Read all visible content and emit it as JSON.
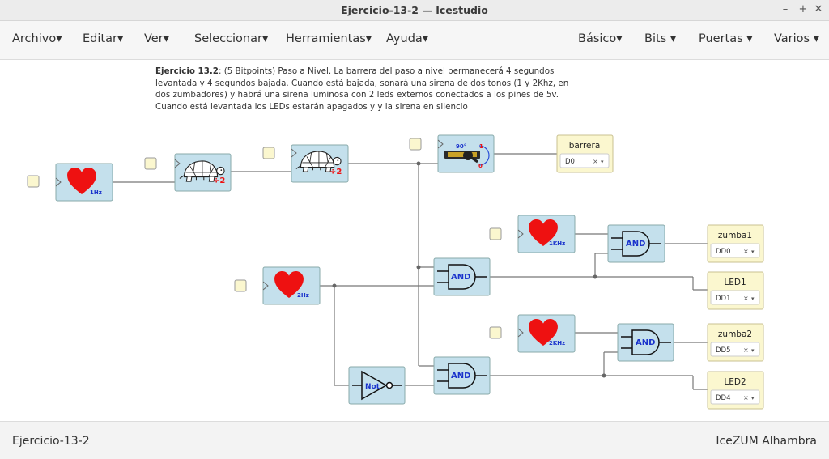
{
  "window": {
    "title": "Ejercicio-13-2 — Icestudio"
  },
  "menu": {
    "left": [
      "Archivo",
      "Editar",
      "Ver",
      "Seleccionar",
      "Herramientas",
      "Ayuda"
    ],
    "right": [
      "Básico",
      "Bits",
      "Puertas",
      "Varios"
    ]
  },
  "description": {
    "title": "Ejercicio 13.2",
    "body": ": (5 Bitpoints) Paso a Nivel. La barrera del paso a nivel permanecerá 4 segundos levantada y 4 segundos bajada. Cuando está bajada, sonará una sirena de dos tonos (1 y 2Khz, en dos zumbadores) y habrá una sirena luminosa con 2 leds externos conectados a los pines de 5v. Cuando está levantada los LEDs estarán apagados y y la sirena en silencio"
  },
  "blocks": {
    "heart_1hz": "1Hz",
    "heart_2hz": "2Hz",
    "heart_1khz": "1KHz",
    "heart_2khz": "2KHz",
    "divider_label": "÷2",
    "servo_angle": "90°",
    "servo_one": "1",
    "servo_zero": "0",
    "and_label": "AND",
    "not_label": "Not"
  },
  "outputs": [
    {
      "label": "barrera",
      "pin": "D0"
    },
    {
      "label": "zumba1",
      "pin": "DD0"
    },
    {
      "label": "LED1",
      "pin": "DD1"
    },
    {
      "label": "zumba2",
      "pin": "DD5"
    },
    {
      "label": "LED2",
      "pin": "DD4"
    }
  ],
  "status": {
    "left": "Ejercicio-13-2",
    "right": "IceZUM Alhambra"
  },
  "colors": {
    "block_fill": "#c4e0ec",
    "output_fill": "#fbf7cf",
    "heart": "#ee1111",
    "and_text": "#1a33cc",
    "divider_text": "#ee1111"
  }
}
